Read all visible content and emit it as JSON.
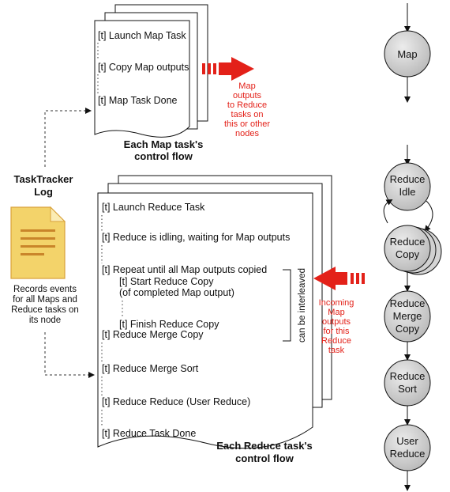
{
  "log": {
    "title_line1": "TaskTracker",
    "title_line2": "Log",
    "desc": [
      "Records events",
      "for all Maps and",
      "Reduce tasks on",
      "its node"
    ]
  },
  "map_panel": {
    "items": [
      "[t] Launch Map Task",
      "[t] Copy Map outputs",
      "[t] Map Task Done"
    ],
    "caption": [
      "Each Map task's",
      "control flow"
    ],
    "note": [
      "Map",
      "outputs",
      "to Reduce",
      "tasks on",
      "this or other",
      "nodes"
    ]
  },
  "reduce_panel": {
    "items": {
      "launch": "[t] Launch Reduce Task",
      "idling": "[t] Reduce is idling, waiting for Map outputs",
      "repeat": "[t] Repeat until all Map outputs copied",
      "start_copy": "[t] Start Reduce Copy",
      "start_copy_sub": "(of completed Map output)",
      "finish_copy": "[t] Finish Reduce Copy",
      "merge_copy": "[t] Reduce Merge Copy",
      "merge_sort": "[t] Reduce Merge Sort",
      "reduce": "[t] Reduce Reduce (User Reduce)",
      "done": "[t] Reduce Task Done"
    },
    "bracket_label": "can be interleaved",
    "caption": [
      "Each Reduce task's",
      "control flow"
    ],
    "note": [
      "Incoming",
      "Map",
      "outputs",
      "for this",
      "Reduce",
      "task"
    ]
  },
  "nodes": {
    "map": [
      "Map"
    ],
    "reduce_idle": [
      "Reduce",
      "Idle"
    ],
    "reduce_copy": [
      "Reduce",
      "Copy"
    ],
    "reduce_merge_copy": [
      "Reduce",
      "Merge",
      "Copy"
    ],
    "reduce_sort": [
      "Reduce",
      "Sort"
    ],
    "user_reduce": [
      "User",
      "Reduce"
    ]
  },
  "colors": {
    "accent": "#e32119",
    "node_fill": "#cfcfcf",
    "doc_fill": "#f3d36a"
  },
  "icons": [
    "document-icon"
  ]
}
